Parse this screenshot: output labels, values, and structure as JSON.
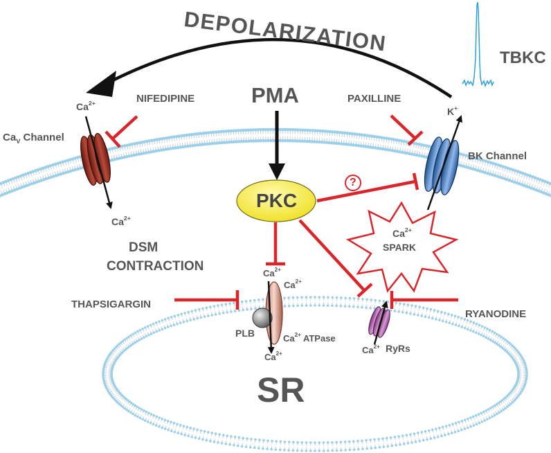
{
  "labels": {
    "depolarization": "DEPOLARIZATION",
    "tbkc": "TBKC",
    "pma": "PMA",
    "nifedipine": "NIFEDIPINE",
    "paxilline": "PAXILLINE",
    "ca_top": "Ca",
    "ca_top_sup": "2+",
    "cav_main": "Ca",
    "cav_sub": "V",
    "cav_rest": " Channel",
    "ca_below": "Ca",
    "ca_below_sup": "2+",
    "k_ion": "K",
    "k_sup": "+",
    "bk_channel": "BK Channel",
    "pkc": "PKC",
    "question": "?",
    "spark_ca": "Ca",
    "spark_ca_sup": "2+",
    "spark": "SPARK",
    "dsm": "DSM",
    "contraction": "CONTRACTION",
    "thapsigargin": "THAPSIGARGIN",
    "ca_serca_top": "Ca",
    "ca_serca_top_sup": "2+",
    "ca_serca_right": "Ca",
    "ca_serca_right_sup": "2+",
    "plb": "PLB",
    "atpase_ca": "Ca",
    "atpase_ca_sup": "2+",
    "atpase": " ATPase",
    "ca_serca_bottom": "Ca",
    "ca_serca_bottom_sup": "2+",
    "ryanodine": "RYANODINE",
    "ryr_ca": "Ca",
    "ryr_ca_sup": "2+",
    "ryrs": "RyRs",
    "sr": "SR"
  },
  "colors": {
    "text": "#555555",
    "inhibition": "#d9262b",
    "arrow": "#111111",
    "membrane": "#9ccfe8",
    "cav_channel": "#8b2a1f",
    "bk_channel": "#2f6fb8",
    "pkc_fill": "#f5e83a",
    "ryr": "#a84fa2",
    "trace": "#2aa0dc"
  }
}
